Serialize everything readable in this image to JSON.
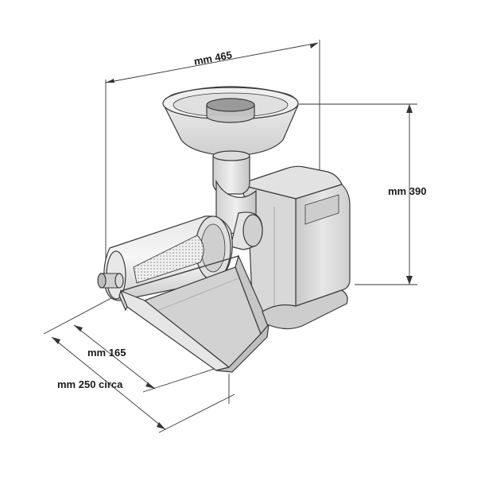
{
  "dimensions": {
    "width": "mm 465",
    "height": "mm 390",
    "depth": "mm 165",
    "depth_total": "mm 250 circa"
  },
  "colors": {
    "line": "#3a3a3a",
    "dim_line": "#333333",
    "body_light": "#ececec",
    "body_mid": "#d4d4d4",
    "body_dark": "#b8b8b8",
    "chute": "#dcdcdc"
  }
}
